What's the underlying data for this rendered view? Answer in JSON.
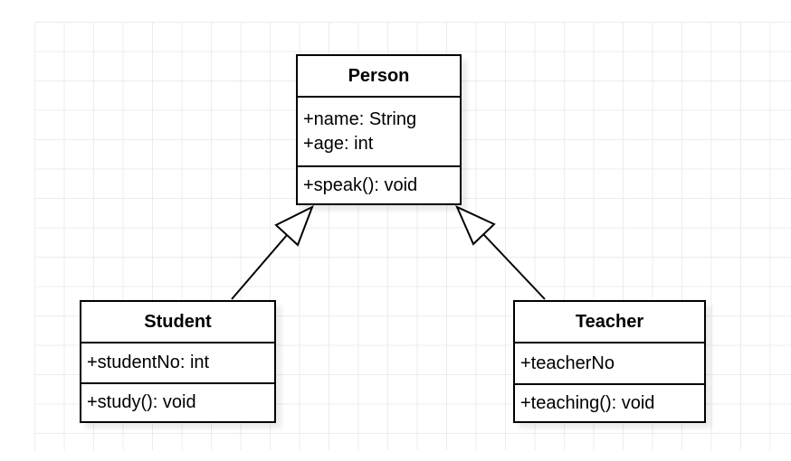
{
  "diagram": {
    "type": "uml-class-diagram",
    "classes": [
      {
        "name": "Person",
        "attributes": [
          "+name: String",
          "+age: int"
        ],
        "methods": [
          "+speak(): void"
        ]
      },
      {
        "name": "Student",
        "attributes": [
          "+studentNo: int"
        ],
        "methods": [
          "+study(): void"
        ]
      },
      {
        "name": "Teacher",
        "attributes": [
          "+teacherNo"
        ],
        "methods": [
          "+teaching(): void"
        ]
      }
    ],
    "relationships": [
      {
        "from": "Student",
        "to": "Person",
        "type": "generalization"
      },
      {
        "from": "Teacher",
        "to": "Person",
        "type": "generalization"
      }
    ],
    "colors": {
      "shape_fill": "#ffffff",
      "shape_stroke": "#000000",
      "grid_line": "#ececec",
      "background": "#ffffff"
    }
  }
}
